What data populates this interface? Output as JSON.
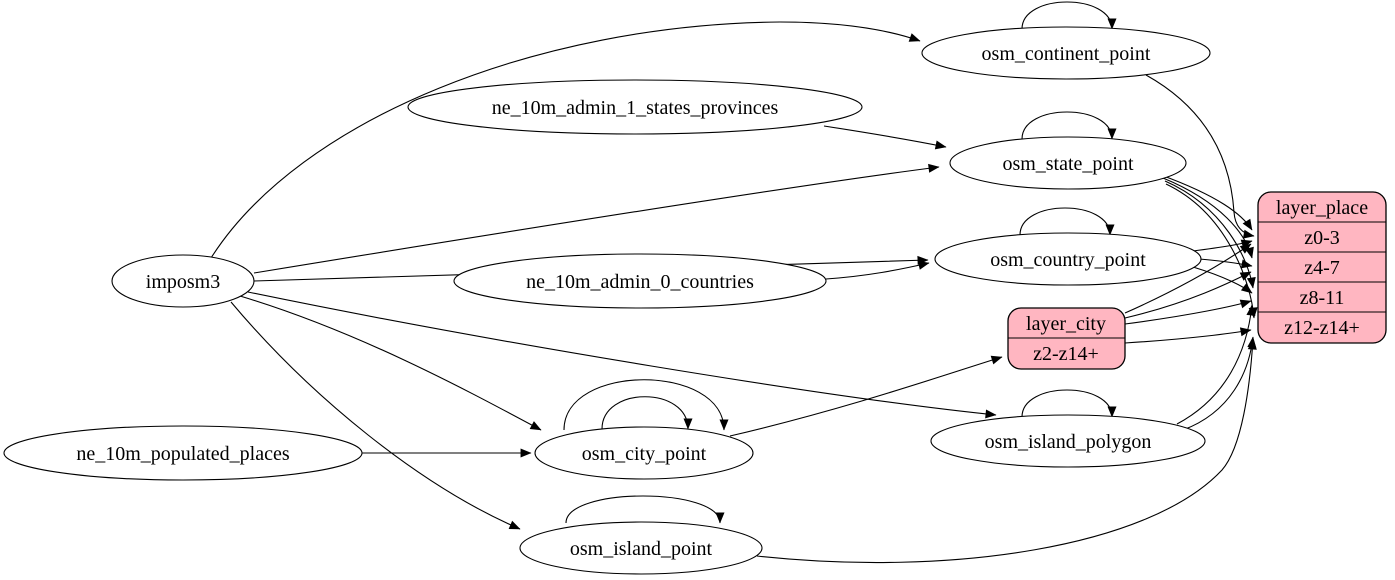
{
  "diagram": {
    "type": "etl-dependency-graph",
    "colors": {
      "background": "#ffffff",
      "node_fill": "#ffffff",
      "record_fill": "#ffb6c1",
      "stroke": "#000000"
    },
    "nodes": {
      "imposm3": "imposm3",
      "ne_10m_admin_1_states_provinces": "ne_10m_admin_1_states_provinces",
      "ne_10m_admin_0_countries": "ne_10m_admin_0_countries",
      "ne_10m_populated_places": "ne_10m_populated_places",
      "osm_continent_point": "osm_continent_point",
      "osm_state_point": "osm_state_point",
      "osm_country_point": "osm_country_point",
      "osm_city_point": "osm_city_point",
      "osm_island_polygon": "osm_island_polygon",
      "osm_island_point": "osm_island_point"
    },
    "records": {
      "layer_place": {
        "title": "layer_place",
        "rows": [
          "z0-3",
          "z4-7",
          "z8-11",
          "z12-z14+"
        ]
      },
      "layer_city": {
        "title": "layer_city",
        "rows": [
          "z2-z14+"
        ]
      }
    },
    "edges": [
      {
        "from": "imposm3",
        "to": "osm_continent_point"
      },
      {
        "from": "imposm3",
        "to": "osm_state_point"
      },
      {
        "from": "imposm3",
        "to": "osm_country_point"
      },
      {
        "from": "imposm3",
        "to": "osm_city_point"
      },
      {
        "from": "imposm3",
        "to": "osm_island_polygon"
      },
      {
        "from": "imposm3",
        "to": "osm_island_point"
      },
      {
        "from": "ne_10m_admin_1_states_provinces",
        "to": "osm_state_point"
      },
      {
        "from": "ne_10m_admin_0_countries",
        "to": "osm_country_point"
      },
      {
        "from": "ne_10m_populated_places",
        "to": "osm_city_point"
      },
      {
        "from": "osm_continent_point",
        "to": "osm_continent_point",
        "self_loop": true
      },
      {
        "from": "osm_state_point",
        "to": "osm_state_point",
        "self_loop": true
      },
      {
        "from": "osm_country_point",
        "to": "osm_country_point",
        "self_loop": true
      },
      {
        "from": "osm_city_point",
        "to": "osm_city_point",
        "self_loop": true
      },
      {
        "from": "osm_city_point",
        "to": "osm_city_point",
        "self_loop": true
      },
      {
        "from": "osm_island_polygon",
        "to": "osm_island_polygon",
        "self_loop": true
      },
      {
        "from": "osm_island_point",
        "to": "osm_island_point",
        "self_loop": true
      },
      {
        "from": "osm_city_point",
        "to": "layer_city",
        "to_row": "z2-z14+"
      },
      {
        "from": "osm_continent_point",
        "to": "layer_place",
        "to_row": "z0-3"
      },
      {
        "from": "osm_state_point",
        "to": "layer_place",
        "to_row": "z0-3"
      },
      {
        "from": "osm_state_point",
        "to": "layer_place",
        "to_row": "z4-7"
      },
      {
        "from": "osm_state_point",
        "to": "layer_place",
        "to_row": "z8-11"
      },
      {
        "from": "osm_state_point",
        "to": "layer_place",
        "to_row": "z12-z14+"
      },
      {
        "from": "osm_country_point",
        "to": "layer_place",
        "to_row": "z0-3"
      },
      {
        "from": "osm_country_point",
        "to": "layer_place",
        "to_row": "z4-7"
      },
      {
        "from": "osm_country_point",
        "to": "layer_place",
        "to_row": "z8-11"
      },
      {
        "from": "osm_island_polygon",
        "to": "layer_place",
        "to_row": "z8-11"
      },
      {
        "from": "osm_island_polygon",
        "to": "layer_place",
        "to_row": "z12-z14+"
      },
      {
        "from": "osm_island_point",
        "to": "layer_place",
        "to_row": "z12-z14+"
      },
      {
        "from": "layer_city",
        "to": "layer_place",
        "to_row": "z0-3"
      },
      {
        "from": "layer_city",
        "to": "layer_place",
        "to_row": "z4-7"
      },
      {
        "from": "layer_city",
        "to": "layer_place",
        "to_row": "z8-11"
      },
      {
        "from": "layer_city",
        "to": "layer_place",
        "to_row": "z12-z14+"
      }
    ]
  }
}
